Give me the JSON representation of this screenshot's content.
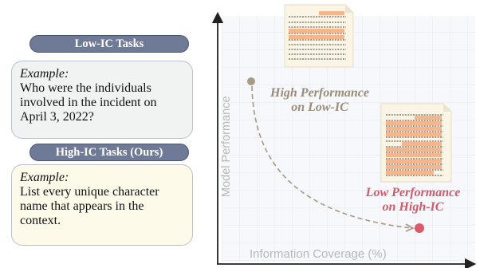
{
  "low_ic": {
    "pill_label": "Low-IC Tasks",
    "example_label": "Example:",
    "example_text": "Who were the individuals involved in the incident on April 3, 2022?"
  },
  "high_ic": {
    "pill_label": "High-IC Tasks (Ours)",
    "example_label": "Example:",
    "example_text": "List every unique character name that appears in the context."
  },
  "axes": {
    "x_label": "Information Coverage (%)",
    "y_label": "Model Performance"
  },
  "annotations": {
    "high_line1": "High Performance",
    "high_line2": "on Low-IC",
    "low_line1": "Low Performance",
    "low_line2": "on High-IC"
  },
  "colors": {
    "pill_bg": "#6f7b96",
    "highlight": "#f6b58a",
    "high_point": "#a79a86",
    "low_point": "#dd5a6a"
  }
}
